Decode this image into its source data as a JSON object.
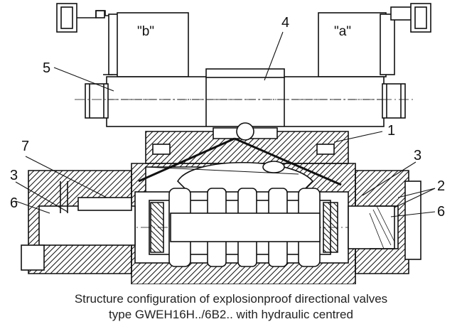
{
  "solenoid_labels": {
    "left": "\"b\"",
    "right": "\"a\""
  },
  "callouts": {
    "c1": "1",
    "c2": "2",
    "c3_left": "3",
    "c3_right": "3",
    "c4": "4",
    "c5": "5",
    "c6_left": "6",
    "c6_right": "6",
    "c7": "7"
  },
  "caption": {
    "line1": "Structure configuration of explosionproof directional valves",
    "line2": "type GWEH16H../6B2.. with hydraulic centred"
  },
  "colors": {
    "line": "#111111",
    "background": "#ffffff"
  }
}
